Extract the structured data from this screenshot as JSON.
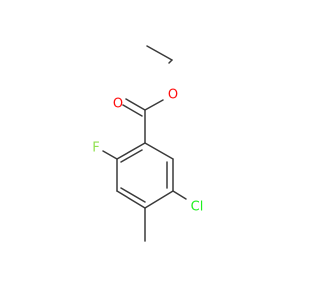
{
  "structure": {
    "atoms": {
      "carbonyl_oxygen": {
        "label": "O",
        "color": "#ff0d0d"
      },
      "ester_oxygen": {
        "label": "O",
        "color": "#ff0d0d"
      },
      "fluorine": {
        "label": "F",
        "color": "#90e050"
      },
      "chlorine": {
        "label": "Cl",
        "color": "#1ff01f"
      }
    },
    "bond_color": "#3a3a3a"
  }
}
